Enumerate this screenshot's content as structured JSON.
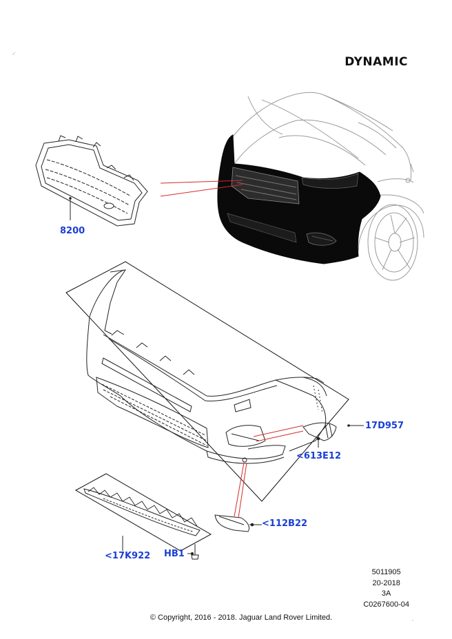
{
  "diagram": {
    "variant": "DYNAMIC",
    "callouts": {
      "grille": "8200",
      "bumper_cover": "17D957",
      "fog_bezel": "<613E12",
      "tow_cover": "<112B22",
      "skid_plate": "<17K922",
      "fastener": "HB1"
    },
    "reference": {
      "line1": "5011905",
      "line2": "20-2018",
      "line3": "3A",
      "line4": "C0267600-04"
    },
    "copyright": "© Copyright, 2016 - 2018. Jaguar Land Rover Limited.",
    "colors": {
      "callout_blue": "#1a3ed6",
      "leader_red": "#d42a2a",
      "car_outline": "#9a9a9a",
      "part_line": "#222222"
    }
  }
}
